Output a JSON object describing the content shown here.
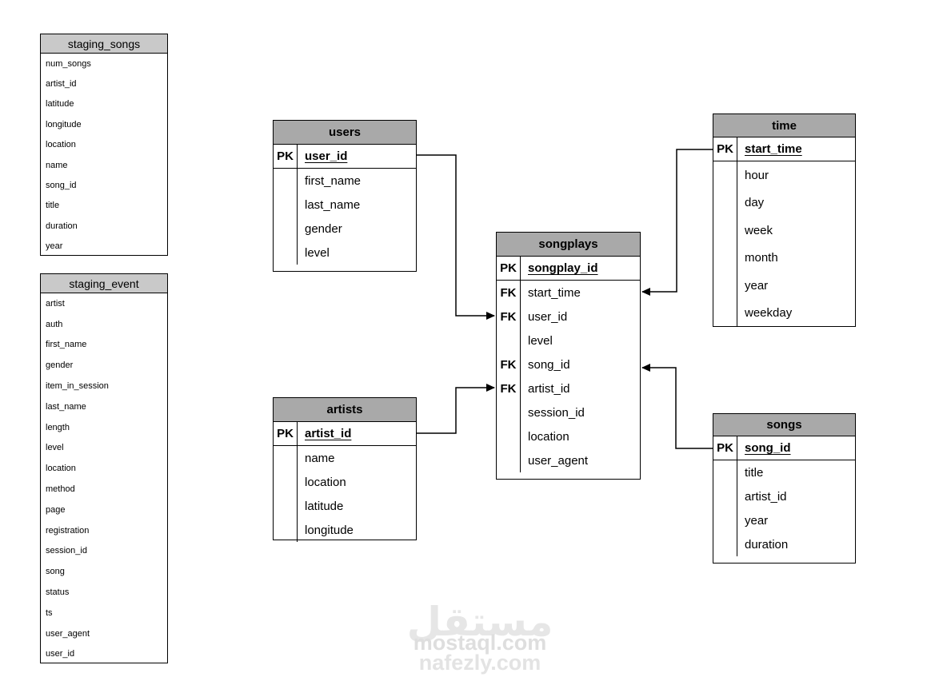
{
  "colors": {
    "background": "#ffffff",
    "border": "#000000",
    "header_main": "#a9a9a9",
    "header_staging": "#c9c9c9",
    "watermark": "#e3e3e3"
  },
  "watermark": {
    "arabic": "مستقل",
    "line1": "mostaql.com",
    "line2": "nafezly.com"
  },
  "tables": {
    "staging_songs": {
      "title": "staging_songs",
      "style": "staging",
      "fields": [
        {
          "key": "",
          "name": "num_songs",
          "pk": false
        },
        {
          "key": "",
          "name": "artist_id",
          "pk": false
        },
        {
          "key": "",
          "name": "latitude",
          "pk": false
        },
        {
          "key": "",
          "name": "longitude",
          "pk": false
        },
        {
          "key": "",
          "name": "location",
          "pk": false
        },
        {
          "key": "",
          "name": "name",
          "pk": false
        },
        {
          "key": "",
          "name": "song_id",
          "pk": false
        },
        {
          "key": "",
          "name": "title",
          "pk": false
        },
        {
          "key": "",
          "name": "duration",
          "pk": false
        },
        {
          "key": "",
          "name": "year",
          "pk": false
        }
      ]
    },
    "staging_event": {
      "title": "staging_event",
      "style": "staging",
      "fields": [
        {
          "key": "",
          "name": "artist",
          "pk": false
        },
        {
          "key": "",
          "name": "auth",
          "pk": false
        },
        {
          "key": "",
          "name": "first_name",
          "pk": false
        },
        {
          "key": "",
          "name": "gender",
          "pk": false
        },
        {
          "key": "",
          "name": "item_in_session",
          "pk": false
        },
        {
          "key": "",
          "name": "last_name",
          "pk": false
        },
        {
          "key": "",
          "name": "length",
          "pk": false
        },
        {
          "key": "",
          "name": "level",
          "pk": false
        },
        {
          "key": "",
          "name": "location",
          "pk": false
        },
        {
          "key": "",
          "name": "method",
          "pk": false
        },
        {
          "key": "",
          "name": "page",
          "pk": false
        },
        {
          "key": "",
          "name": "registration",
          "pk": false
        },
        {
          "key": "",
          "name": "session_id",
          "pk": false
        },
        {
          "key": "",
          "name": "song",
          "pk": false
        },
        {
          "key": "",
          "name": "status",
          "pk": false
        },
        {
          "key": "",
          "name": "ts",
          "pk": false
        },
        {
          "key": "",
          "name": "user_agent",
          "pk": false
        },
        {
          "key": "",
          "name": "user_id",
          "pk": false
        }
      ]
    },
    "users": {
      "title": "users",
      "style": "keyed",
      "fields": [
        {
          "key": "PK",
          "name": "user_id",
          "pk": true
        },
        {
          "key": "",
          "name": "first_name",
          "pk": false
        },
        {
          "key": "",
          "name": "last_name",
          "pk": false
        },
        {
          "key": "",
          "name": "gender",
          "pk": false
        },
        {
          "key": "",
          "name": "level",
          "pk": false
        }
      ]
    },
    "artists": {
      "title": "artists",
      "style": "keyed",
      "fields": [
        {
          "key": "PK",
          "name": "artist_id",
          "pk": true
        },
        {
          "key": "",
          "name": "name",
          "pk": false
        },
        {
          "key": "",
          "name": "location",
          "pk": false
        },
        {
          "key": "",
          "name": "latitude",
          "pk": false
        },
        {
          "key": "",
          "name": "longitude",
          "pk": false
        }
      ]
    },
    "songplays": {
      "title": "songplays",
      "style": "keyed",
      "fields": [
        {
          "key": "PK",
          "name": "songplay_id",
          "pk": true
        },
        {
          "key": "FK",
          "name": "start_time",
          "pk": false
        },
        {
          "key": "FK",
          "name": "user_id",
          "pk": false
        },
        {
          "key": "",
          "name": "level",
          "pk": false
        },
        {
          "key": "FK",
          "name": "song_id",
          "pk": false
        },
        {
          "key": "FK",
          "name": "artist_id",
          "pk": false
        },
        {
          "key": "",
          "name": "session_id",
          "pk": false
        },
        {
          "key": "",
          "name": "location",
          "pk": false
        },
        {
          "key": "",
          "name": "user_agent",
          "pk": false
        }
      ]
    },
    "time": {
      "title": "time",
      "style": "keyed",
      "fields": [
        {
          "key": "PK",
          "name": "start_time",
          "pk": true
        },
        {
          "key": "",
          "name": "hour",
          "pk": false
        },
        {
          "key": "",
          "name": "day",
          "pk": false
        },
        {
          "key": "",
          "name": "week",
          "pk": false
        },
        {
          "key": "",
          "name": "month",
          "pk": false
        },
        {
          "key": "",
          "name": "year",
          "pk": false
        },
        {
          "key": "",
          "name": "weekday",
          "pk": false
        }
      ]
    },
    "songs": {
      "title": "songs",
      "style": "keyed",
      "fields": [
        {
          "key": "PK",
          "name": "song_id",
          "pk": true
        },
        {
          "key": "",
          "name": "title",
          "pk": false
        },
        {
          "key": "",
          "name": "artist_id",
          "pk": false
        },
        {
          "key": "",
          "name": "year",
          "pk": false
        },
        {
          "key": "",
          "name": "duration",
          "pk": false
        }
      ]
    }
  },
  "relations": [
    {
      "from": "users.user_id",
      "to": "songplays.user_id"
    },
    {
      "from": "artists.artist_id",
      "to": "songplays.artist_id"
    },
    {
      "from": "time.start_time",
      "to": "songplays.start_time"
    },
    {
      "from": "songs.song_id",
      "to": "songplays.song_id"
    }
  ]
}
